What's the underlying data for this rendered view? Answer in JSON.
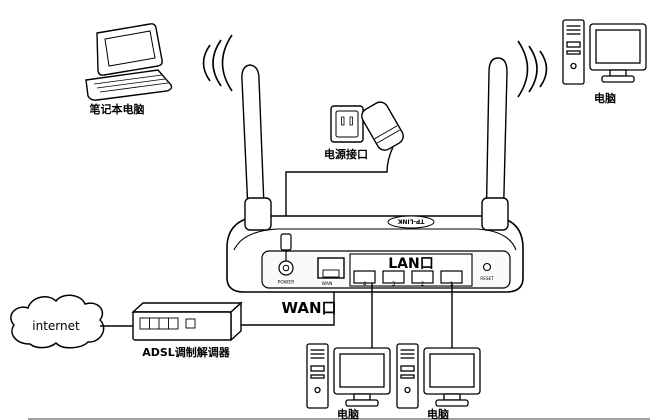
{
  "diagram": {
    "labels": {
      "laptop": "笔记本电脑",
      "pc_top_right": "电脑",
      "pc_bottom_left": "电脑",
      "pc_bottom_right": "电脑",
      "power_socket": "电源接口",
      "internet": "internet",
      "adsl_modem": "ADSL调制解调器",
      "wan_big": "WAN口",
      "lan_big": "LAN口"
    },
    "router": {
      "brand": "TP-LINK",
      "panel": {
        "power": "POWER",
        "wan": "WAN",
        "reset": "RESET",
        "lan_numbers": [
          "4",
          "3",
          "2",
          "1"
        ]
      }
    },
    "colors": {
      "line": "#000000",
      "background": "#ffffff",
      "panel_fill": "#fafafa"
    }
  }
}
